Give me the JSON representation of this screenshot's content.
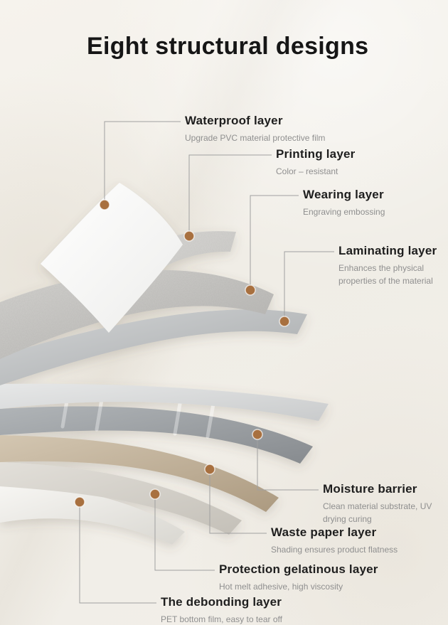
{
  "title": "Eight structural designs",
  "colors": {
    "background": "#f1eee7",
    "dot": "#a8703f",
    "connector_line": "#a0a0a0",
    "label_text": "#1e1e1e",
    "desc_text": "#8f8f8f"
  },
  "callouts": [
    {
      "label": "Waterproof layer",
      "desc": "Upgrade PVC material protective film"
    },
    {
      "label": "Printing layer",
      "desc": "Color – resistant"
    },
    {
      "label": "Wearing layer",
      "desc": "Engraving embossing"
    },
    {
      "label": "Laminating layer",
      "desc": "Enhances the physical properties of the material"
    },
    {
      "label": "Moisture barrier",
      "desc": "Clean material substrate, UV drying curing"
    },
    {
      "label": "Waste paper layer",
      "desc": "Shading ensures product flatness"
    },
    {
      "label": "Protection gelatinous layer",
      "desc": "Hot melt adhesive, high viscosity"
    },
    {
      "label": "The debonding layer",
      "desc": "PET bottom film, easy to tear off"
    }
  ]
}
